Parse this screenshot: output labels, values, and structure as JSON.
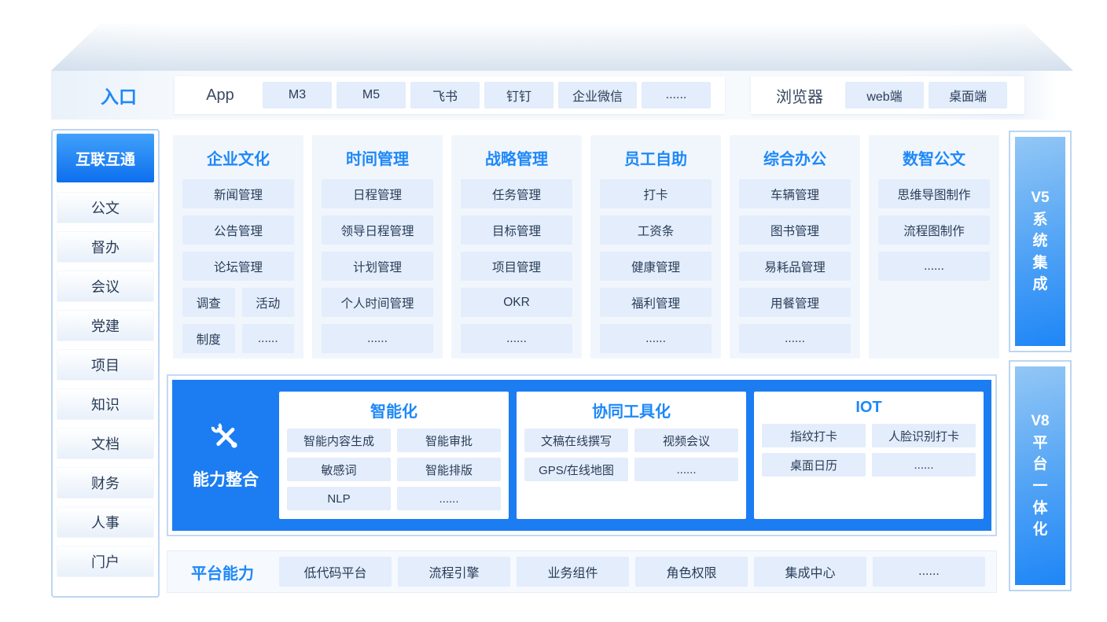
{
  "colors": {
    "accent": "#1e88f8",
    "deep_blue": "#1b7df1",
    "chip_bg": "#e3edfb",
    "rail_gradient_top": "#93c7f5",
    "rail_gradient_bottom": "#1e86f7",
    "text_dark": "#2a3c58"
  },
  "entry": {
    "label": "入口",
    "app_label": "App",
    "app_items": [
      "M3",
      "M5",
      "飞书",
      "钉钉",
      "企业微信",
      "......"
    ],
    "browser_label": "浏览器",
    "browser_items": [
      "web端",
      "桌面端"
    ]
  },
  "sidebar": {
    "active": "互联互通",
    "items": [
      "公文",
      "督办",
      "会议",
      "党建",
      "项目",
      "知识",
      "文档",
      "财务",
      "人事",
      "门户"
    ]
  },
  "modules": [
    {
      "title": "企业文化",
      "rows": [
        [
          "新闻管理"
        ],
        [
          "公告管理"
        ],
        [
          "论坛管理"
        ],
        [
          "调查",
          "活动"
        ],
        [
          "制度",
          "......"
        ]
      ]
    },
    {
      "title": "时间管理",
      "rows": [
        [
          "日程管理"
        ],
        [
          "领导日程管理"
        ],
        [
          "计划管理"
        ],
        [
          "个人时间管理"
        ],
        [
          "......"
        ]
      ]
    },
    {
      "title": "战略管理",
      "rows": [
        [
          "任务管理"
        ],
        [
          "目标管理"
        ],
        [
          "项目管理"
        ],
        [
          "OKR"
        ],
        [
          "......"
        ]
      ]
    },
    {
      "title": "员工自助",
      "rows": [
        [
          "打卡"
        ],
        [
          "工资条"
        ],
        [
          "健康管理"
        ],
        [
          "福利管理"
        ],
        [
          "......"
        ]
      ]
    },
    {
      "title": "综合办公",
      "rows": [
        [
          "车辆管理"
        ],
        [
          "图书管理"
        ],
        [
          "易耗品管理"
        ],
        [
          "用餐管理"
        ],
        [
          "......"
        ]
      ]
    },
    {
      "title": "数智公文",
      "rows": [
        [
          "思维导图制作"
        ],
        [
          "流程图制作"
        ],
        [
          "......"
        ]
      ]
    }
  ],
  "capability": {
    "label": "能力整合",
    "icon": "tools-icon",
    "groups": [
      {
        "title": "智能化",
        "rows": [
          [
            "智能内容生成",
            "智能审批"
          ],
          [
            "敏感词",
            "智能排版"
          ],
          [
            "NLP",
            "......"
          ]
        ]
      },
      {
        "title": "协同工具化",
        "rows": [
          [
            "文稿在线撰写",
            "视频会议"
          ],
          [
            "GPS/在线地图",
            "......"
          ]
        ]
      },
      {
        "title": "IOT",
        "rows": [
          [
            "指纹打卡",
            "人脸识别打卡"
          ],
          [
            "桌面日历",
            "......"
          ]
        ]
      }
    ]
  },
  "platform": {
    "label": "平台能力",
    "items": [
      "低代码平台",
      "流程引擎",
      "业务组件",
      "角色权限",
      "集成中心",
      "......"
    ]
  },
  "rails": {
    "v5": "V5\n系\n统\n集\n成",
    "v8": "V8\n平\n台\n一\n体\n化"
  }
}
